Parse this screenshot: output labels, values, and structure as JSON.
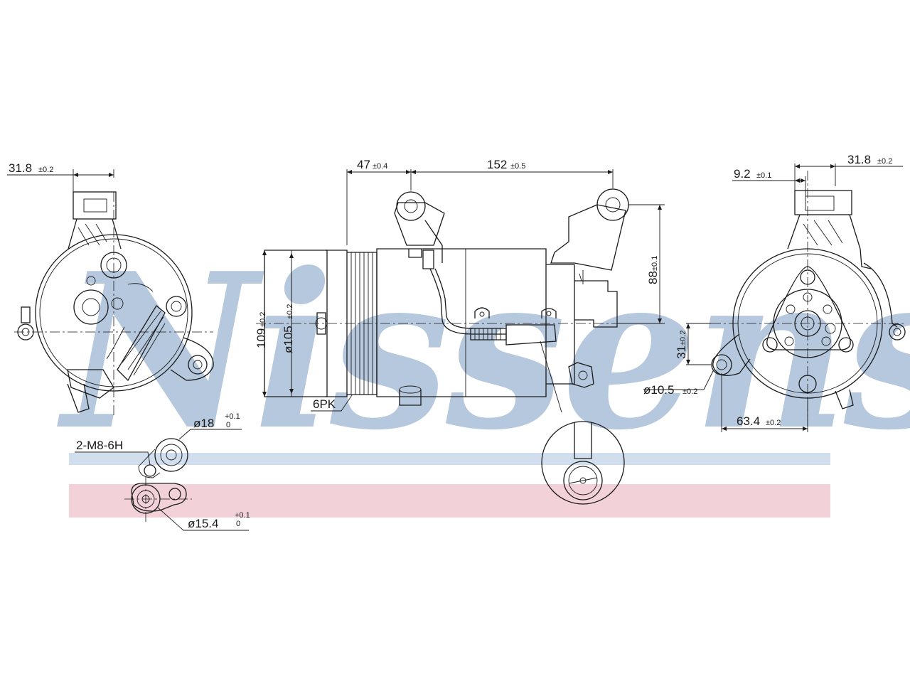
{
  "watermark": {
    "text": "Nissens",
    "color": "#aabfd8",
    "band_blue": "#c9d9ea",
    "band_pink": "#f0c9d3"
  },
  "colors": {
    "line": "#1a1a1a",
    "background": "#ffffff"
  },
  "dimensions": {
    "left_top_width": {
      "value": "31.8",
      "tol": "±0.2"
    },
    "offset_47": {
      "value": "47",
      "tol": "±0.4"
    },
    "length_152": {
      "value": "152",
      "tol": "±0.5"
    },
    "right_top_9": {
      "value": "9.2",
      "tol": "±0.1"
    },
    "right_top_31": {
      "value": "31.8",
      "tol": "±0.2"
    },
    "height_88": {
      "value": "88",
      "tol": "±0.1"
    },
    "height_109": {
      "value": "109",
      "tol": "±0.2"
    },
    "dia_105": {
      "value": "ø105",
      "tol": "±0.2"
    },
    "height_31": {
      "value": "31",
      "tol": "±0.2"
    },
    "hole_10_5": {
      "value": "ø10.5",
      "tol": "±0.2"
    },
    "width_63_4": {
      "value": "63.4",
      "tol": "±0.2"
    },
    "pulley_groove": {
      "value": "6PK"
    },
    "thread": {
      "value": "2-M8-6H"
    },
    "port_18": {
      "value": "ø18",
      "tol_upper": "+0.1",
      "tol_lower": "0"
    },
    "port_15_4": {
      "value": "ø15.4",
      "tol_upper": "+0.1",
      "tol_lower": "0"
    }
  }
}
